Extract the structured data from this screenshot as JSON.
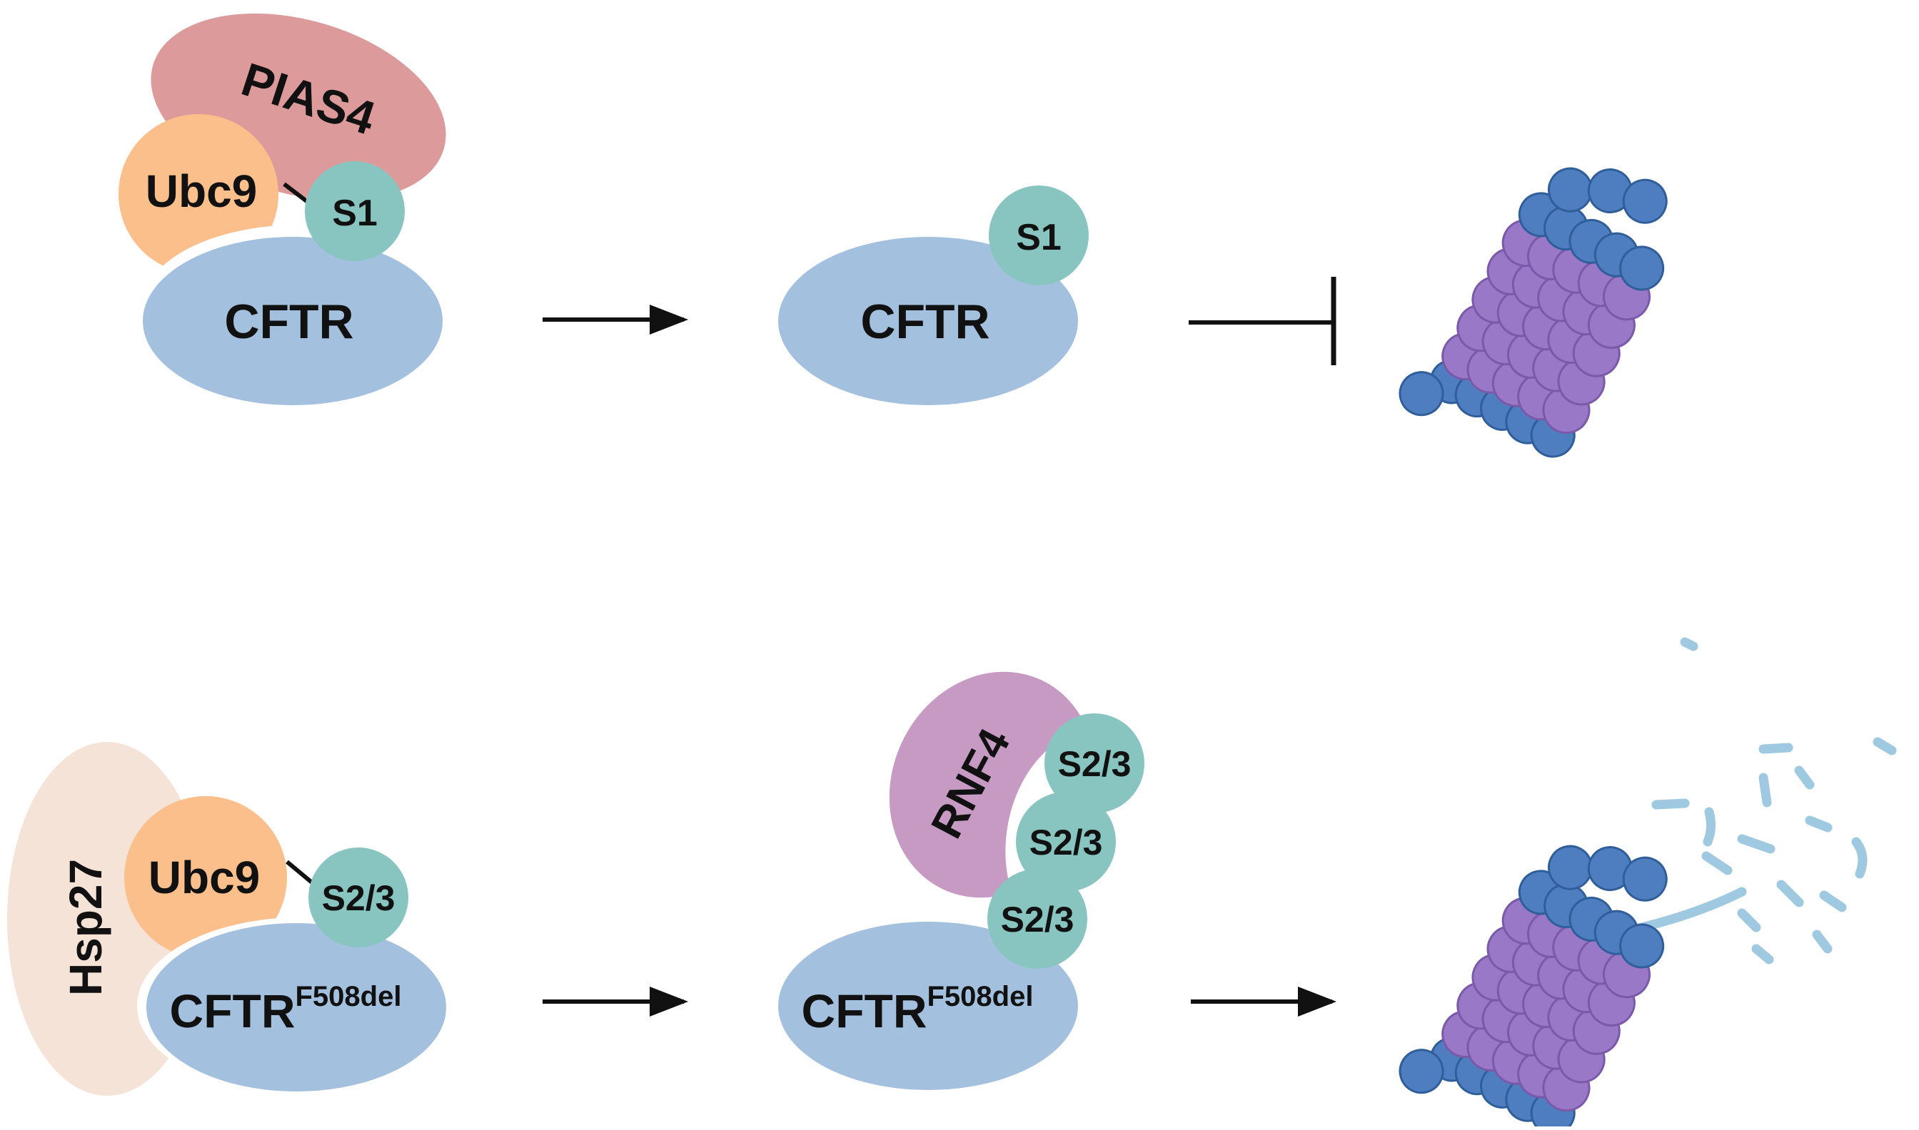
{
  "colors": {
    "cftr": "#a4c0df",
    "pias4": "#dc9a9a",
    "ubc9": "#fbbf8c",
    "sumo": "#88c5c1",
    "hsp27": "#f4e3d6",
    "rnf4": "#c79ac4",
    "proteasome_cap": "#4e7ebf",
    "proteasome_cap_edge": "#2f5e9a",
    "proteasome_core": "#9a78c8",
    "proteasome_core_edge": "#7a59a9",
    "fragments": "#9ec9e0",
    "arrow": "#111111"
  },
  "top": {
    "pias4": "PIAS4",
    "ubc9": "Ubc9",
    "sumo1": "S1",
    "cftr": "CFTR",
    "sumo1_product": "S1",
    "cftr_product": "CFTR",
    "arrow_icon": "arrow-right-icon",
    "inhibit_icon": "inhibition-bar-icon",
    "proteasome_icon": "proteasome-icon"
  },
  "bottom": {
    "hsp27": "Hsp27",
    "ubc9": "Ubc9",
    "sumo23": "S2/3",
    "cftr_main": "CFTR",
    "cftr_sup": "F508del",
    "rnf4": "RNF4",
    "chain": [
      "S2/3",
      "S2/3",
      "S2/3"
    ],
    "cftr_main_product": "CFTR",
    "cftr_sup_product": "F508del",
    "arrow_icon": "arrow-right-icon",
    "proteasome_icon": "proteasome-icon",
    "fragments_icon": "degradation-fragments-icon"
  }
}
